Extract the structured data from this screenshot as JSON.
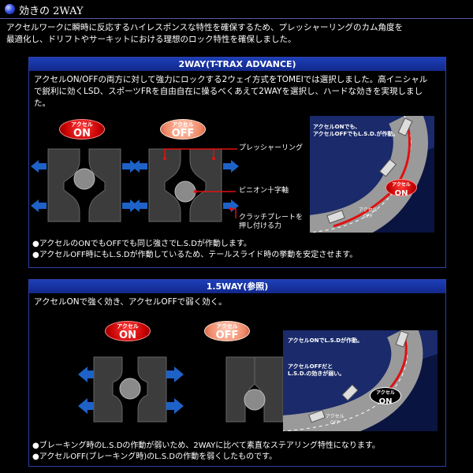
{
  "header": {
    "title": "効きの 2WAY"
  },
  "intro": {
    "line1": "アクセルワークに瞬時に反応するハイレスポンスな特性を確保するため、プレッシャーリングのカム角度を",
    "line2": "最適化し、ドリフトやサーキットにおける理想のロック特性を確保しました。"
  },
  "panel2way": {
    "title": "2WAY(T-TRAX ADVANCE)",
    "text1": "アクセルON/OFFの両方に対して強力にロックする2ウェイ方式をTOMEIでは選択しました。高イニシャル",
    "text2": "で鋭利に効くLSD、スポーツFRを自由自在に操るべくあえて2WAYを選択し、ハードな効きを実現しまし",
    "text3": "た。",
    "badge_on_small": "アクセル",
    "badge_on_big": "ON",
    "badge_off_small": "アクセル",
    "badge_off_big": "OFF",
    "label_pressure_ring": "プレッシャーリング",
    "label_pinion": "ピニオン十字軸",
    "label_clutch1": "クラッチプレートを",
    "label_clutch2": "押し付ける力",
    "track_caption1": "アクセルONでも、",
    "track_caption2": "アクセルOFFでもL.S.D.が作動。",
    "track_on_small": "アクセル",
    "track_on_big": "ON",
    "track_off_small": "アクセル",
    "track_off_big": "OFF",
    "bullet1": "●アクセルのONでもOFFでも同じ強さでL.S.Dが作動します。",
    "bullet2": "●アクセルOFF時にもL.S.Dが作動しているため、テールスライド時の挙動を安定させます。"
  },
  "panel15way": {
    "title": "1.5WAY(参照)",
    "text1": "アクセルONで強く効き、アクセルOFFで弱く効く。",
    "badge_on_small": "アクセル",
    "badge_on_big": "ON",
    "badge_off_small": "アクセル",
    "badge_off_big": "OFF",
    "track_caption1": "アクセルONでL.S.Dが作動。",
    "track_caption2": "アクセルOFFだと",
    "track_caption3": "L.S.D.の効きが弱い。",
    "track_on_small": "アクセル",
    "track_on_big": "ON",
    "track_off_small": "アクセル",
    "track_off_big": "OFF",
    "bullet1": "●ブレーキング時のL.S.Dの作動が弱いため、2WAYに比べて素直なステアリング特性になります。",
    "bullet2": "●アクセルOFF(ブレーキング時)のL.S.Dの作動を弱くしたものです。"
  },
  "colors": {
    "arrow": "#1e62c8",
    "cam_dark": "#3a3a3a",
    "cam_light": "#555",
    "ball": "#8a8a8a",
    "on_red": "#d40000",
    "off_salmon": "#f29a78",
    "pointer": "#e01010"
  },
  "icons": {
    "ball": "sphere-bullet-icon"
  }
}
